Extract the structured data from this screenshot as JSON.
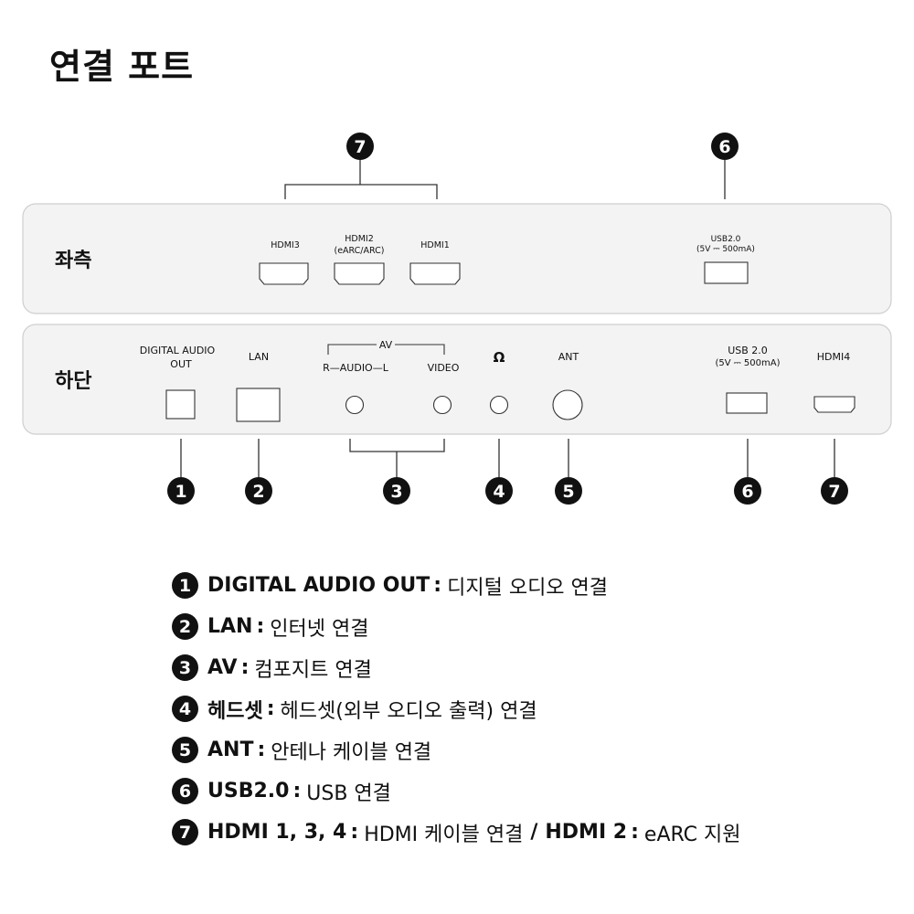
{
  "title": "연결 포트",
  "panels": {
    "left": {
      "name": "좌측",
      "ports": {
        "hdmi3": "HDMI3",
        "hdmi2": "HDMI2",
        "hdmi2_sub": "(eARC/ARC)",
        "hdmi1": "HDMI1",
        "usb": "USB2.0",
        "usb_sub": "(5V ⎓ 500mA)"
      },
      "callouts": {
        "hdmi": "7",
        "usb": "6"
      }
    },
    "bottom": {
      "name": "하단",
      "ports": {
        "digital_audio": "DIGITAL  AUDIO",
        "digital_audio_sub": "OUT",
        "lan": "LAN",
        "av": "AV",
        "audio": "R—AUDIO—L",
        "video": "VIDEO",
        "headphone_symbol": "Ω",
        "ant": "ANT",
        "usb": "USB 2.0",
        "usb_sub": "(5V ⎓ 500mA)",
        "hdmi4": "HDMI4"
      },
      "callouts": [
        "1",
        "2",
        "3",
        "4",
        "5",
        "6",
        "7"
      ]
    }
  },
  "legend": [
    {
      "num": "1",
      "term": "DIGITAL AUDIO OUT",
      "desc": "디지털 오디오 연결"
    },
    {
      "num": "2",
      "term": "LAN",
      "desc": "인터넷 연결"
    },
    {
      "num": "3",
      "term": "AV",
      "desc": "컴포지트 연결"
    },
    {
      "num": "4",
      "term": "헤드셋",
      "desc": "헤드셋(외부 오디오 출력) 연결"
    },
    {
      "num": "5",
      "term": "ANT",
      "desc": "안테나 케이블 연결"
    },
    {
      "num": "6",
      "term": "USB2.0",
      "desc": "USB 연결"
    },
    {
      "num": "7",
      "term": "HDMI 1, 3, 4",
      "desc": "HDMI 케이블 연결",
      "sep": "/",
      "term2": "HDMI 2",
      "desc2": "eARC 지원"
    }
  ],
  "colors": {
    "panel_fill": "#f3f3f3",
    "panel_stroke": "#cfcfcf",
    "badge": "#111111"
  }
}
